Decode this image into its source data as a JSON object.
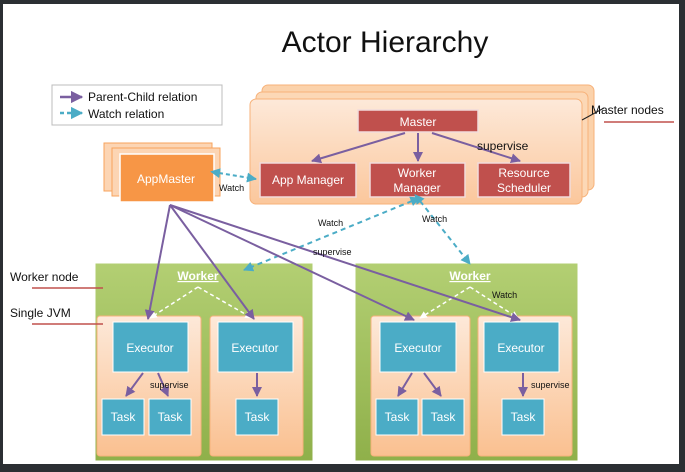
{
  "title": "Actor Hierarchy",
  "legend": {
    "parent_child": "Parent-Child relation",
    "watch": "Watch relation"
  },
  "labels": {
    "master_nodes": "Master nodes",
    "worker_node": "Worker node",
    "single_jvm": "Single JVM"
  },
  "master": {
    "master": "Master",
    "app_manager": "App Manager",
    "worker_manager_line1": "Worker",
    "worker_manager_line2": "Manager",
    "resource_scheduler_line1": "Resource",
    "resource_scheduler_line2": "Scheduler"
  },
  "appmaster": "AppMaster",
  "worker_title": "Worker",
  "executor": "Executor",
  "task": "Task",
  "annotations": {
    "supervise": "supervise",
    "watch": "Watch"
  },
  "colors": {
    "master_box": "#c0504d",
    "appmaster": "#f79646",
    "executor": "#4bacc6",
    "worker_green": "#9bbb59",
    "jvm_orange": "#fcd5b4",
    "parent_child_arrow": "#8064a2",
    "watch_arrow": "#4bacc6",
    "label_underline": "#c0504d"
  }
}
